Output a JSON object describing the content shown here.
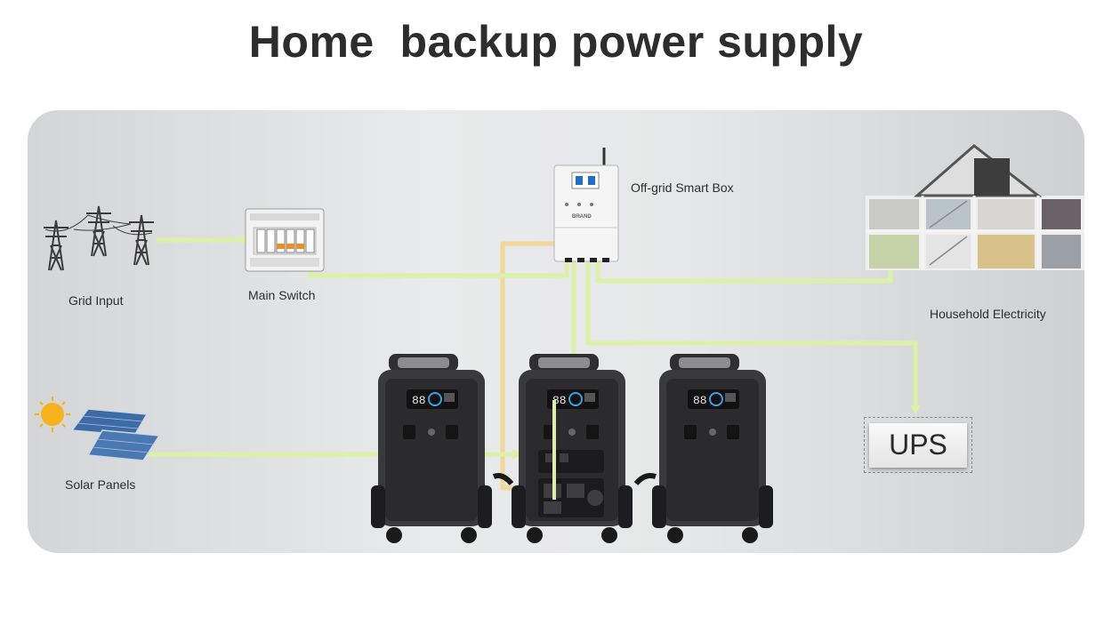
{
  "title": "Home  backup power supply",
  "labels": {
    "grid_input": "Grid Input",
    "main_switch": "Main Switch",
    "smart_box": "Off-grid Smart Box",
    "household": "Household Electricity",
    "solar": "Solar Panels",
    "ups": "UPS"
  },
  "device": {
    "brand": "BRAND",
    "display_digits": "88"
  },
  "colors": {
    "wire_green": "#dcf0a8",
    "wire_yellow": "#f1d79a",
    "device_dark": "#3a3a3c",
    "panel_bg": "#e6e7e8"
  },
  "icons": [
    "power-tower-icon",
    "circuit-breaker-panel",
    "smart-box",
    "house-cutaway",
    "sun-icon",
    "solar-panel-icon",
    "power-station-unit"
  ]
}
